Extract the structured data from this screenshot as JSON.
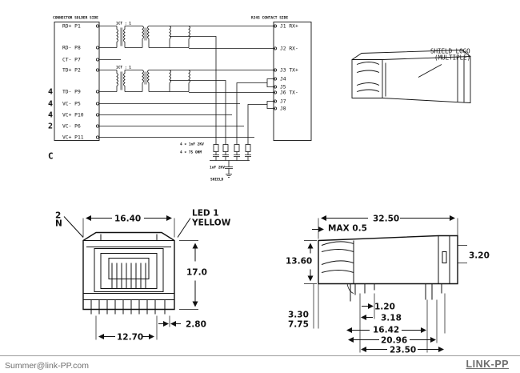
{
  "schematic": {
    "left_header": "CONNECTOR SOLDER SIDE",
    "right_header": "RJ45 CONTACT SIDE",
    "ratio_top": "1CT : 1",
    "ratio_bottom": "1CT : 1",
    "left_pins": [
      "RD+ P1",
      "RD- P8",
      "CT- P7",
      "TD+ P2",
      "TD- P9",
      "VC- P5",
      "VC+ P10",
      "VC- P6",
      "VC+ P11"
    ],
    "right_pins": [
      "J1  RX+",
      "J2  RX-",
      "J3  TX+",
      "J4",
      "J5",
      "J6  TX-",
      "J7",
      "J8"
    ],
    "cap_note_1": "4 × 1nF 2KV",
    "cap_note_2": "4 × 75 OHM",
    "bottom_cap_note": "1nF 2KV",
    "shield_label": "SHIELD",
    "side_marks": [
      "4",
      "4",
      "4",
      "2"
    ],
    "side_letter": "C"
  },
  "isometric": {
    "label_line1": "SHIELD LOGO",
    "label_line2": "(MULTIPLE)"
  },
  "front_view": {
    "side_label_top": "2",
    "side_label_bottom": "N",
    "width_dim": "16.40",
    "led_line1": "LED 1",
    "led_line2": "YELLOW",
    "height_dim": "17.0",
    "pitch_dim": "12.70",
    "offset_dim": "2.80"
  },
  "side_view": {
    "length_dim": "32.50",
    "max_label": "MAX  0.5",
    "height_dim": "13.60",
    "tab_dim": "3.20",
    "dims": [
      "1.20",
      "3.18",
      "16.42",
      "20.96",
      "23.50"
    ],
    "dim_330": "3.30",
    "dim_775": "7.75"
  },
  "footer": {
    "email": "Summer@link-PP.com",
    "brand": "LINK-PP"
  }
}
